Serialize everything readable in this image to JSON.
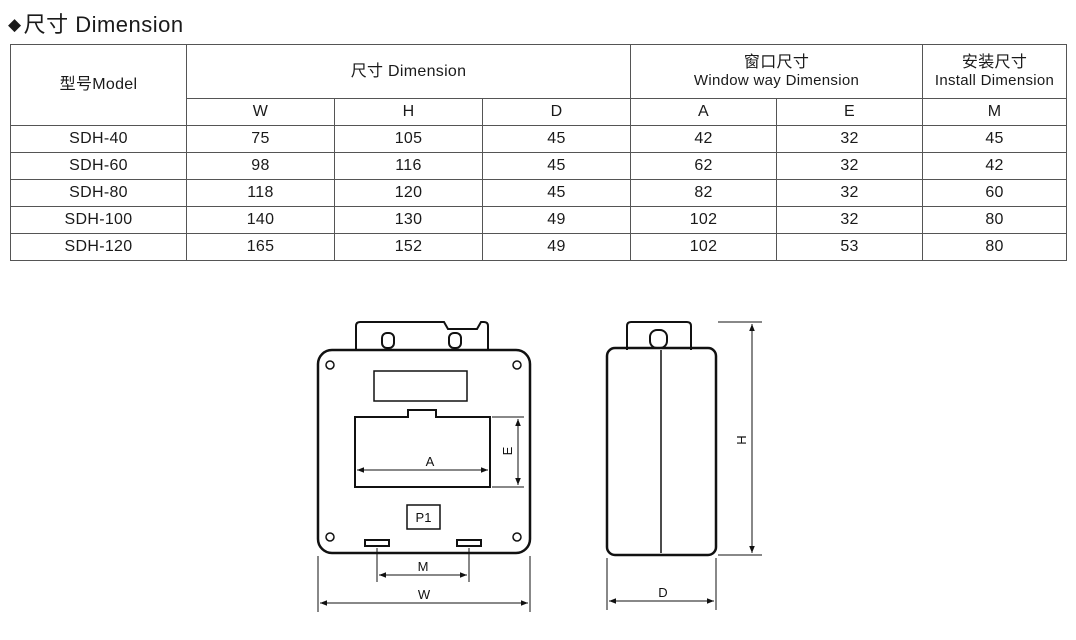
{
  "heading": {
    "marker": "◆",
    "text": "尺寸 Dimension"
  },
  "table": {
    "model_header": "型号Model",
    "group_dimension": "尺寸 Dimension",
    "group_window_cn": "窗口尺寸",
    "group_window_en": "Window way Dimension",
    "group_install_cn": "安装尺寸",
    "group_install_en": "Install  Dimension",
    "columns": [
      "W",
      "H",
      "D",
      "A",
      "E",
      "M"
    ],
    "rows": [
      [
        "SDH-40",
        "75",
        "105",
        "45",
        "42",
        "32",
        "45"
      ],
      [
        "SDH-60",
        "98",
        "116",
        "45",
        "62",
        "32",
        "42"
      ],
      [
        "SDH-80",
        "118",
        "120",
        "45",
        "82",
        "32",
        "60"
      ],
      [
        "SDH-100",
        "140",
        "130",
        "49",
        "102",
        "32",
        "80"
      ],
      [
        "SDH-120",
        "165",
        "152",
        "49",
        "102",
        "53",
        "80"
      ]
    ]
  },
  "drawing": {
    "front_labels": {
      "a": "A",
      "e": "E",
      "p1": "P1",
      "m": "M",
      "w": "W"
    },
    "side_labels": {
      "h": "H",
      "d": "D"
    }
  }
}
